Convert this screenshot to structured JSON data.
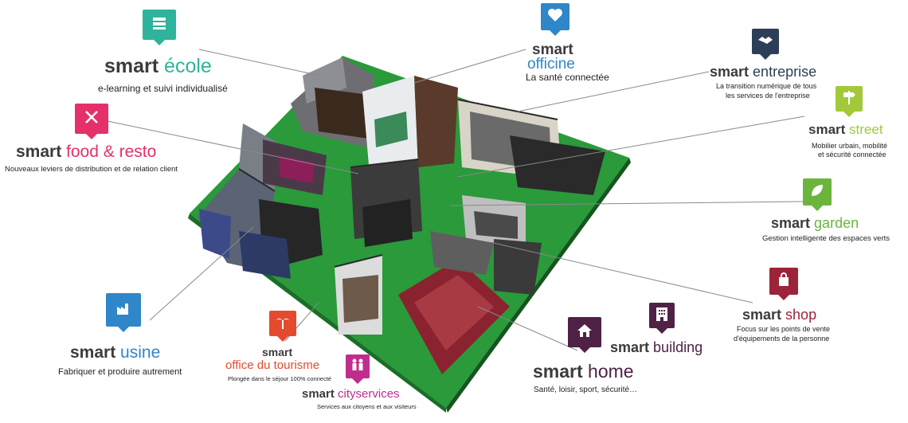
{
  "labels": {
    "ecole": {
      "prefix": "smart",
      "name": "école",
      "desc": "e-learning et suivi individualisé",
      "color": "#2fb39a"
    },
    "officine": {
      "prefix": "smart",
      "name": "officine",
      "desc": "La santé connectée",
      "color": "#2f86c8"
    },
    "entreprise": {
      "prefix": "smart",
      "name": "entreprise",
      "desc_lines": [
        "La transition numérique de tous",
        "les services de l'entreprise"
      ],
      "color": "#2c3e58"
    },
    "food": {
      "prefix": "smart",
      "name": "food & resto",
      "desc": "Nouveaux leviers de distribution et de relation client",
      "color": "#e5316a"
    },
    "street": {
      "prefix": "smart",
      "name": "street",
      "desc_lines": [
        "Mobilier urbain, mobilité",
        "et sécurité connectée"
      ],
      "color": "#a3c93a"
    },
    "garden": {
      "prefix": "smart",
      "name": "garden",
      "desc": "Gestion intelligente des espaces verts",
      "color": "#6bb53d"
    },
    "shop": {
      "prefix": "smart",
      "name": "shop",
      "desc_lines": [
        "Focus sur les points de vente",
        "d'équipements de la personne"
      ],
      "color": "#9c2338"
    },
    "building": {
      "prefix": "smart",
      "name": "building",
      "color": "#4e2145"
    },
    "home": {
      "prefix": "smart",
      "name": "home",
      "desc": "Santé, loisir, sport, sécurité…",
      "color": "#4e2145"
    },
    "usine": {
      "prefix": "smart",
      "name": "usine",
      "desc": "Fabriquer et produire autrement",
      "color": "#2f86c8"
    },
    "tourisme": {
      "prefix": "smart",
      "name": "office du tourisme",
      "desc": "Plongée dans le séjour 100% connecté",
      "color": "#e54a2e"
    },
    "cityservices": {
      "prefix": "smart",
      "name": "cityservices",
      "desc": "Services aux citoyens et aux visiteurs",
      "color": "#c12d8f"
    }
  },
  "icons": {
    "ecole": "books-icon",
    "officine": "heart-pulse-icon",
    "entreprise": "handshake-icon",
    "food": "fork-knife-icon",
    "street": "signpost-icon",
    "garden": "leaf-icon",
    "shop": "shopping-bag-icon",
    "building": "building-icon",
    "home": "house-icon",
    "usine": "factory-icon",
    "tourisme": "palm-tree-icon",
    "cityservices": "people-icon"
  }
}
